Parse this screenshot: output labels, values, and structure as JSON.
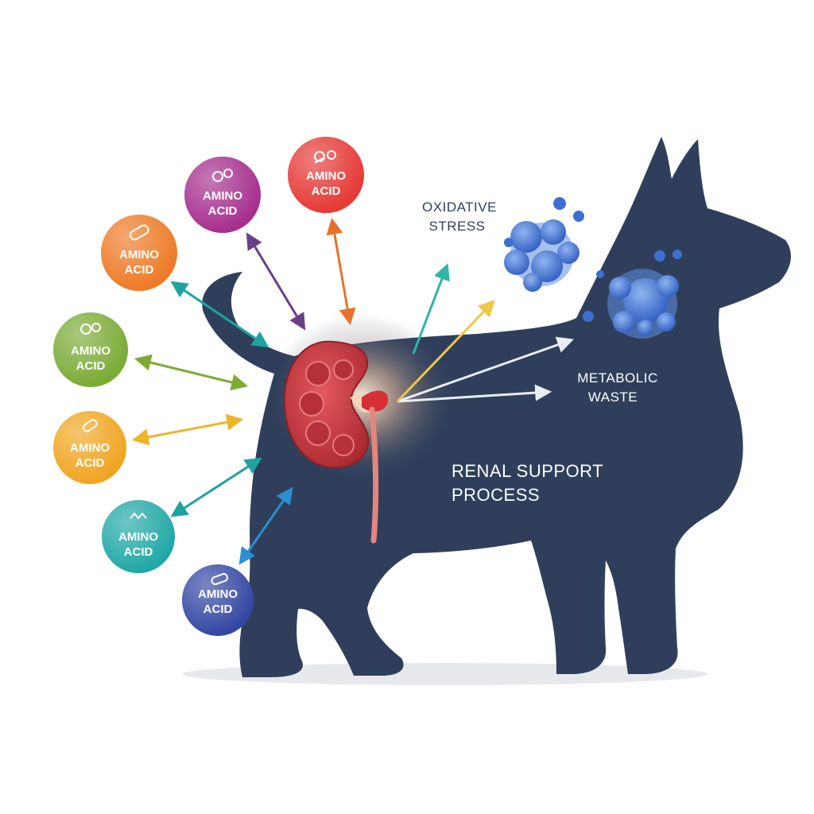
{
  "labels": {
    "oxidative_stress_line1": "OXIDATIVE",
    "oxidative_stress_line2": "STRESS",
    "metabolic_waste_line1": "METABOLIC",
    "metabolic_waste_line2": "WASTE",
    "renal_support_line1": "RENAL SUPPORT",
    "renal_support_line2": "PROCESS"
  },
  "amino_bubbles": [
    {
      "line1": "AMINO",
      "line2": "ACID",
      "color": "#e53935",
      "icon": "molecule-icon"
    },
    {
      "line1": "AMINO",
      "line2": "ACID",
      "color": "#a62f8e",
      "icon": "molecule-icon"
    },
    {
      "line1": "AMINO",
      "line2": "ACID",
      "color": "#ee7a25",
      "icon": "capsule-icon"
    },
    {
      "line1": "AMINO",
      "line2": "ACID",
      "color": "#7bab35",
      "icon": "molecule-icon"
    },
    {
      "line1": "AMINO",
      "line2": "ACID",
      "color": "#f0a521",
      "icon": "capsule-icon"
    },
    {
      "line1": "AMINO",
      "line2": "ACID",
      "color": "#20a8a6",
      "icon": "crystal-icon"
    },
    {
      "line1": "AMINO",
      "line2": "ACID",
      "color": "#3446a3",
      "icon": "capsule-icon"
    }
  ],
  "colors": {
    "dog": "#2f3f5b",
    "kidney": "#c8383f",
    "ureter": "#e4867c",
    "label_text": "#2f3f5b",
    "label_on_dog": "#ffffff",
    "oxidative_particles": "#3d6fd0"
  }
}
